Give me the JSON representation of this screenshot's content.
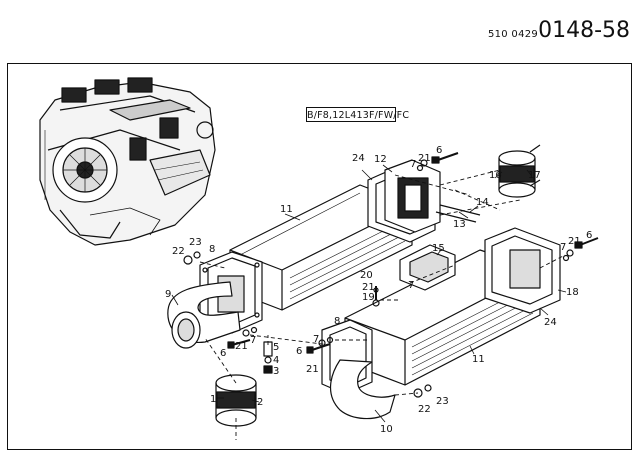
{
  "header": {
    "code_prefix": "510 0429",
    "code_main": "0148-58"
  },
  "variant_label": "B/F8,12L413F/FW/FC",
  "part_labels": {
    "l1": "1",
    "l2": "2",
    "l3": "3",
    "l4": "4",
    "l5": "5",
    "l6a": "6",
    "l6b": "6",
    "l6c": "6",
    "l6d": "6",
    "l7a": "7",
    "l7b": "7",
    "l7c": "7",
    "l7d": "7",
    "l7e": "7",
    "l8a": "8",
    "l8b": "8",
    "l9": "9",
    "l10": "10",
    "l11a": "11",
    "l11b": "11",
    "l12": "12",
    "l13": "13",
    "l14": "14",
    "l15": "15",
    "l16": "16",
    "l17": "17",
    "l18": "18",
    "l19": "19",
    "l20": "20",
    "l21a": "21",
    "l21b": "21",
    "l21c": "21",
    "l21d": "21",
    "l21e": "21",
    "l22a": "22",
    "l22b": "22",
    "l23a": "23",
    "l23b": "23",
    "l24a": "24",
    "l24b": "24"
  }
}
